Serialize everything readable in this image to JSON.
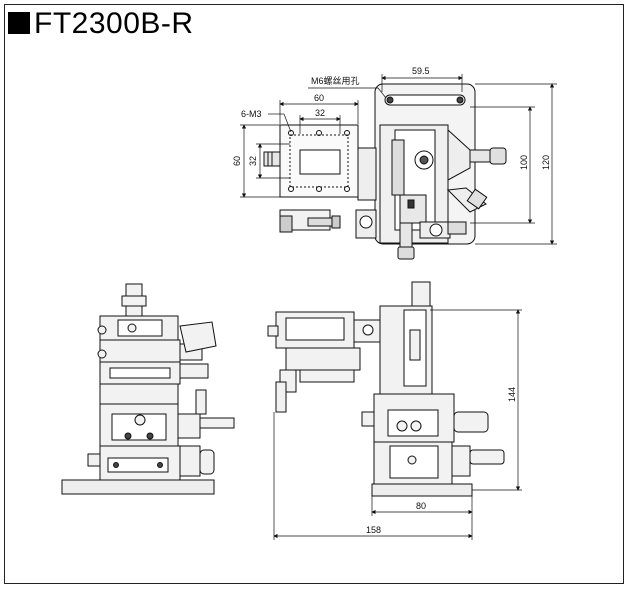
{
  "title": "FT2300B-R",
  "labels": {
    "m6_note": "M6螺丝用孔",
    "m3_note": "6-M3",
    "dim_59_5": "59.5",
    "dim_60_top": "60",
    "dim_32_top": "32",
    "dim_60_left": "60",
    "dim_32_left": "32",
    "dim_100": "100",
    "dim_120": "120",
    "dim_144": "144",
    "dim_80": "80",
    "dim_158": "158"
  }
}
